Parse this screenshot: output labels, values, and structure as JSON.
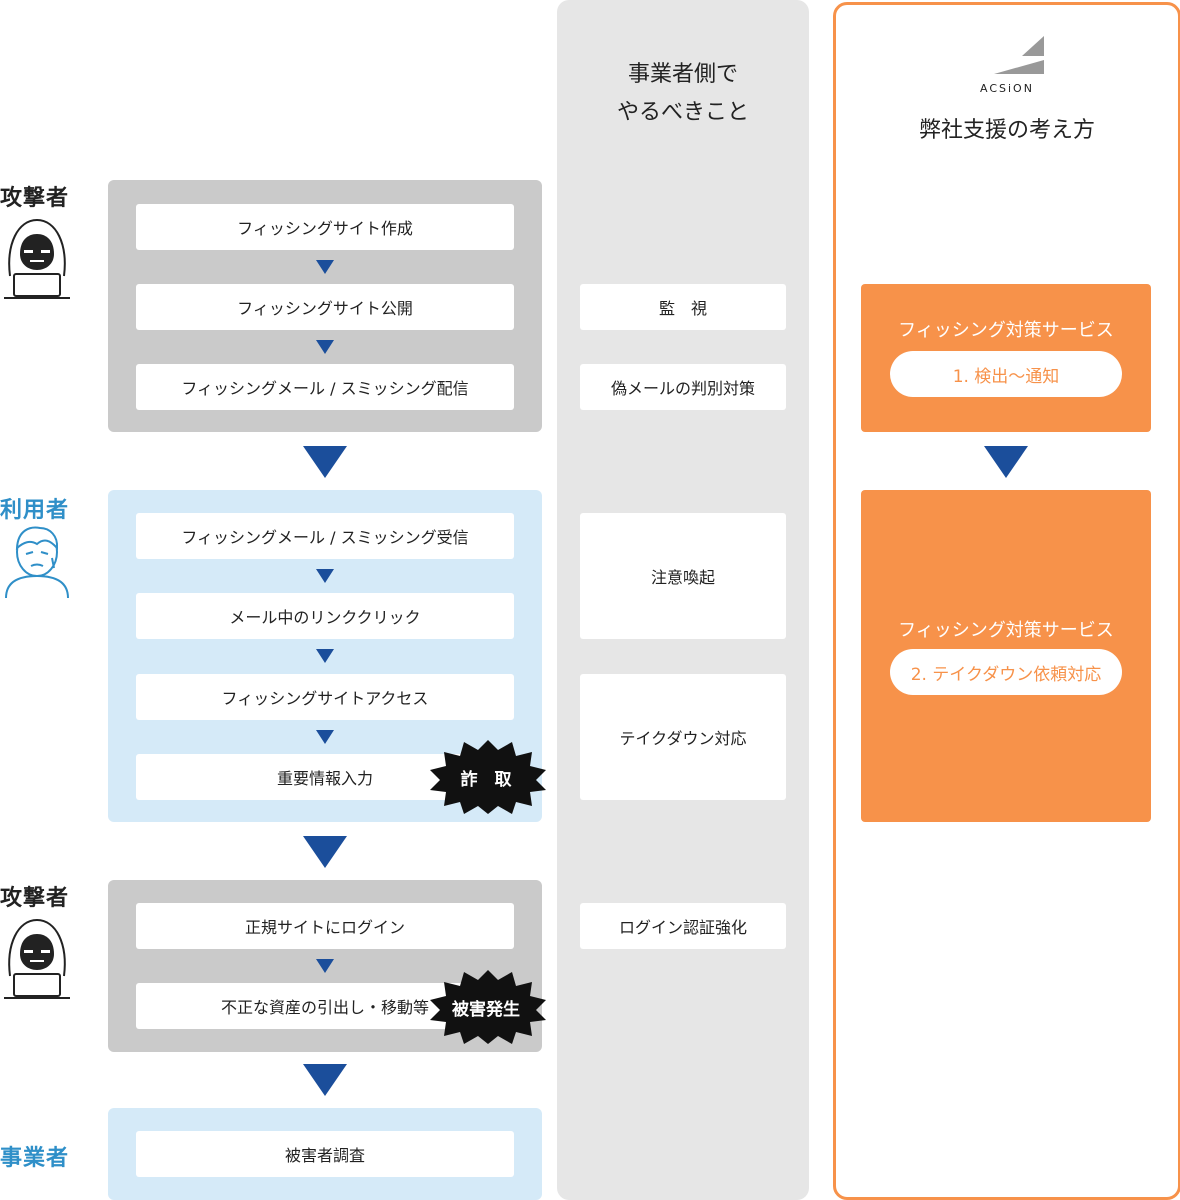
{
  "roles": {
    "attacker_1": "攻撃者",
    "user": "利用者",
    "attacker_2": "攻撃者",
    "business": "事業者"
  },
  "attacker_steps": [
    "フィッシングサイト作成",
    "フィッシングサイト公開",
    "フィッシングメール / スミッシング配信"
  ],
  "user_steps": [
    "フィッシングメール / スミッシング受信",
    "メール中のリンククリック",
    "フィッシングサイトアクセス",
    "重要情報入力"
  ],
  "attacker_steps_2": [
    "正規サイトにログイン",
    "不正な資産の引出し・移動等"
  ],
  "business_steps": [
    "被害者調査"
  ],
  "badges": {
    "fraud": "詐　取",
    "damage": "被害発生"
  },
  "middle": {
    "title_line1": "事業者側で",
    "title_line2": "やるべきこと",
    "monitor": "監　視",
    "fake_mail": "偽メールの判別対策",
    "caution": "注意喚起",
    "takedown": "テイクダウン対応",
    "login_auth": "ログイン認証強化"
  },
  "right": {
    "logo": "ACSiON",
    "title": "弊社支援の考え方",
    "service1_title": "フィッシング対策サービス",
    "service1_pill": "1. 検出〜通知",
    "service2_title": "フィッシング対策サービス",
    "service2_pill": "2. テイクダウン依頼対応"
  },
  "colors": {
    "arrow": "#1b4e9b",
    "accent_orange": "#f7924a",
    "accent_blue": "#2f8fc8",
    "panel_gray": "#cacaca",
    "panel_blue": "#d5eaf8"
  }
}
